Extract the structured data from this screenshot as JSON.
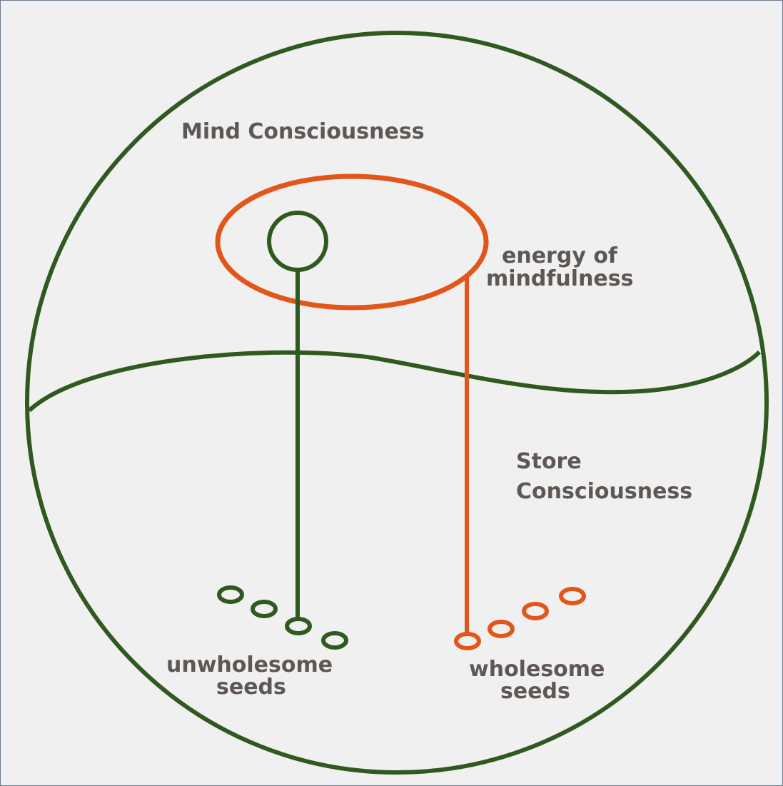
{
  "labels": {
    "mind": "Mind Consciousness",
    "energy_line1": "energy of",
    "energy_line2": "mindfulness",
    "store_line1": "Store",
    "store_line2": "Consciousness",
    "unwholesome_line1": "unwholesome",
    "unwholesome_line2": "seeds",
    "wholesome_line1": "wholesome",
    "wholesome_line2": "seeds"
  },
  "colors": {
    "green": "#2f5a1f",
    "orange": "#e2561b",
    "text": "#5f5754",
    "background": "#f0f0f0",
    "frame": "#6b7b8c"
  }
}
